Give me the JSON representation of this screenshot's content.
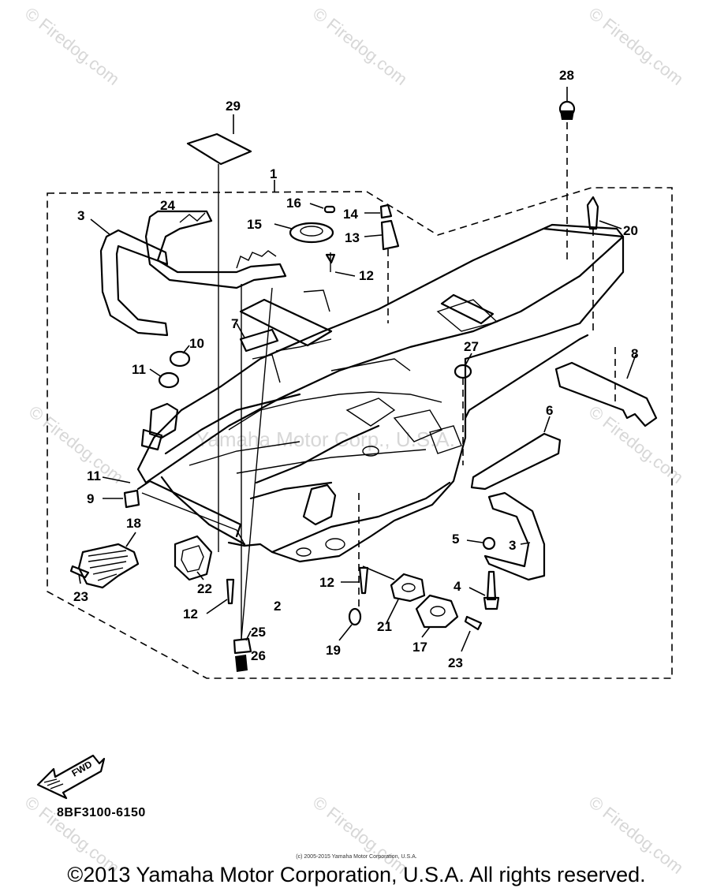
{
  "diagram": {
    "part_code": "8BF3100-6150",
    "fwd_label": "FWD",
    "watermark": "© Firedog.com",
    "watermark_center": "Yamaha Motor Corp., U.S.A.",
    "small_copyright": "(c) 2005-2015 Yamaha Motor Corporation, U.S.A.",
    "copyright": "©2013 Yamaha Motor Corporation, U.S.A. All rights reserved.",
    "callouts": [
      "1",
      "2",
      "3",
      "3",
      "4",
      "5",
      "6",
      "7",
      "8",
      "9",
      "10",
      "11",
      "11",
      "12",
      "12",
      "12",
      "12",
      "13",
      "14",
      "15",
      "16",
      "17",
      "18",
      "19",
      "20",
      "21",
      "22",
      "23",
      "23",
      "24",
      "25",
      "26",
      "27",
      "28",
      "29"
    ]
  }
}
